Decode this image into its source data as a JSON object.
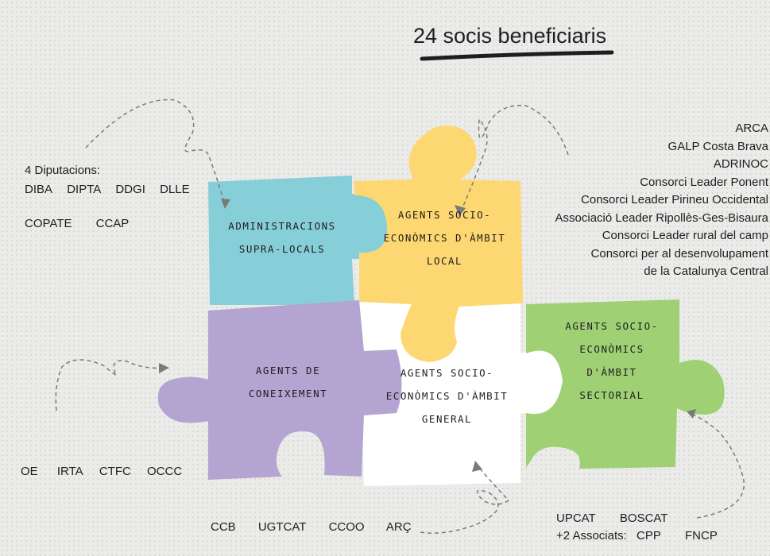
{
  "title": "24 socis beneficiaris",
  "pieces": {
    "admin": {
      "label": "ADMINISTRACIONS SUPRA-LOCALS",
      "color": "#87cfd8"
    },
    "local": {
      "label": "AGENTS SOCIO-ECONÒMICS D'ÀMBIT LOCAL",
      "color": "#fdd771"
    },
    "coneixement": {
      "label": "AGENTS DE CONEIXEMENT",
      "color": "#b3a4d1"
    },
    "general": {
      "label": "AGENTS SOCIO-ECONÒMICS D'ÀMBIT GENERAL",
      "color": "#ffffff"
    },
    "sectorial": {
      "label": "AGENTS SOCIO-ECONÒMICS D'ÀMBIT SECTORIAL",
      "color": "#9fd074"
    }
  },
  "left_top": {
    "heading": "4 Diputacions:",
    "diputacions": [
      "DIBA",
      "DIPTA",
      "DDGI",
      "DLLE"
    ],
    "others": [
      "COPATE",
      "CCAP"
    ]
  },
  "right_list": [
    "ARCA",
    "GALP Costa Brava",
    "ADRINOC",
    "Consorci Leader Ponent",
    "Consorci Leader Pirineu Occidental",
    "Associació Leader Ripollès-Ges-Bisaura",
    "Consorci Leader rural del camp",
    "Consorci per al desenvolupament",
    "de la Catalunya Central"
  ],
  "left_bottom": [
    "OE",
    "IRTA",
    "CTFC",
    "OCCC"
  ],
  "bottom_center": [
    "CCB",
    "UGTCAT",
    "CCOO",
    "ARÇ"
  ],
  "bottom_right": {
    "line1": [
      "UPCAT",
      "BOSCAT"
    ],
    "prefix": "+2 Associats:",
    "line2": [
      "CPP",
      "FNCP"
    ]
  }
}
